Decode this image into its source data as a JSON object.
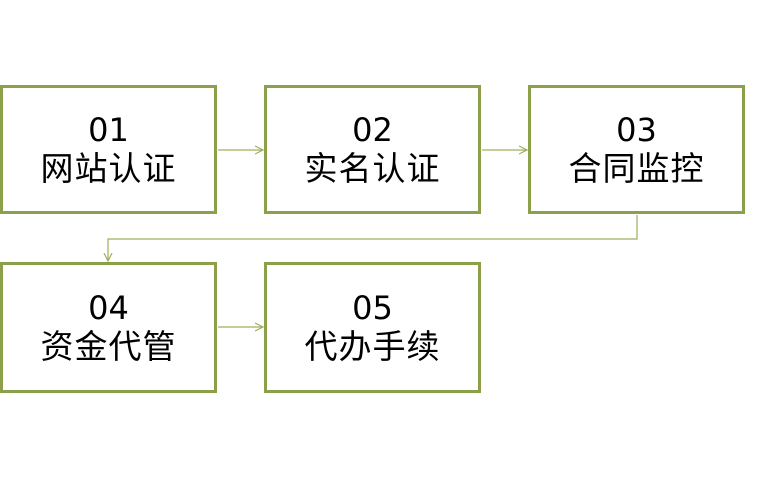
{
  "steps": [
    {
      "number": "01",
      "label": "网站认证"
    },
    {
      "number": "02",
      "label": "实名认证"
    },
    {
      "number": "03",
      "label": "合同监控"
    },
    {
      "number": "04",
      "label": "资金代管"
    },
    {
      "number": "05",
      "label": "代办手续"
    }
  ],
  "colors": {
    "box_border": "#8aa04a",
    "connector": "#9bb05e",
    "text": "#000000",
    "background": "#ffffff"
  }
}
